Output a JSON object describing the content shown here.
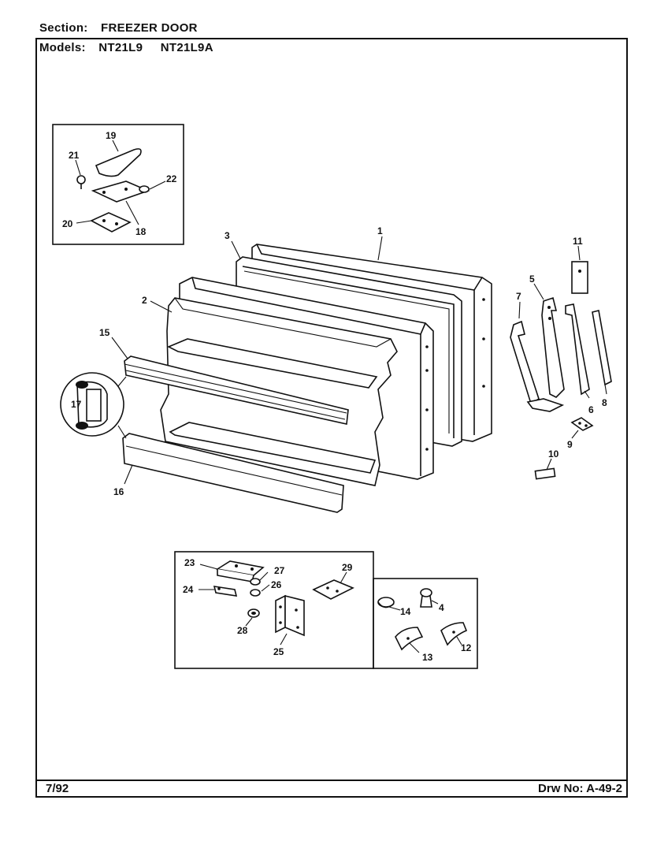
{
  "header": {
    "section_label": "Section:",
    "section_value": "FREEZER DOOR",
    "models_label": "Models:",
    "model_1": "NT21L9",
    "model_2": "NT21L9A"
  },
  "footer": {
    "date": "7/92",
    "drawing_number": "Drw No:  A-49-2"
  },
  "callouts": {
    "c1": "1",
    "c2": "2",
    "c3": "3",
    "c4": "4",
    "c5": "5",
    "c6": "6",
    "c7": "7",
    "c8": "8",
    "c9": "9",
    "c10": "10",
    "c11": "11",
    "c12": "12",
    "c13": "13",
    "c14": "14",
    "c15": "15",
    "c16": "16",
    "c17": "17",
    "c18": "18",
    "c19": "19",
    "c20": "20",
    "c21": "21",
    "c22": "22",
    "c23": "23",
    "c24": "24",
    "c25": "25",
    "c26": "26",
    "c27": "27",
    "c28": "28",
    "c29": "29"
  }
}
